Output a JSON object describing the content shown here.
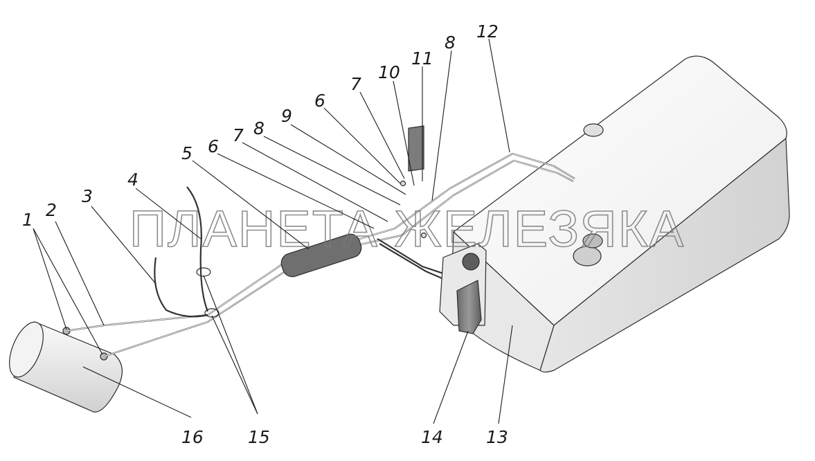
{
  "watermark": "ПЛАНЕТА ЖЕЛЕЗЯКА",
  "callouts": {
    "c1": "1",
    "c2": "2",
    "c3": "3",
    "c4": "4",
    "c5": "5",
    "c6a": "6",
    "c6b": "6",
    "c7a": "7",
    "c7b": "7",
    "c8a": "8",
    "c8b": "8",
    "c9": "9",
    "c10": "10",
    "c11": "11",
    "c12": "12",
    "c13": "13",
    "c14": "14",
    "c15": "15",
    "c16": "16"
  },
  "colors": {
    "tank_light": "#f4f4f4",
    "tank_shade": "#d9d9d9",
    "filter_dark": "#7d7d7d",
    "line": "#1a1a1a"
  }
}
